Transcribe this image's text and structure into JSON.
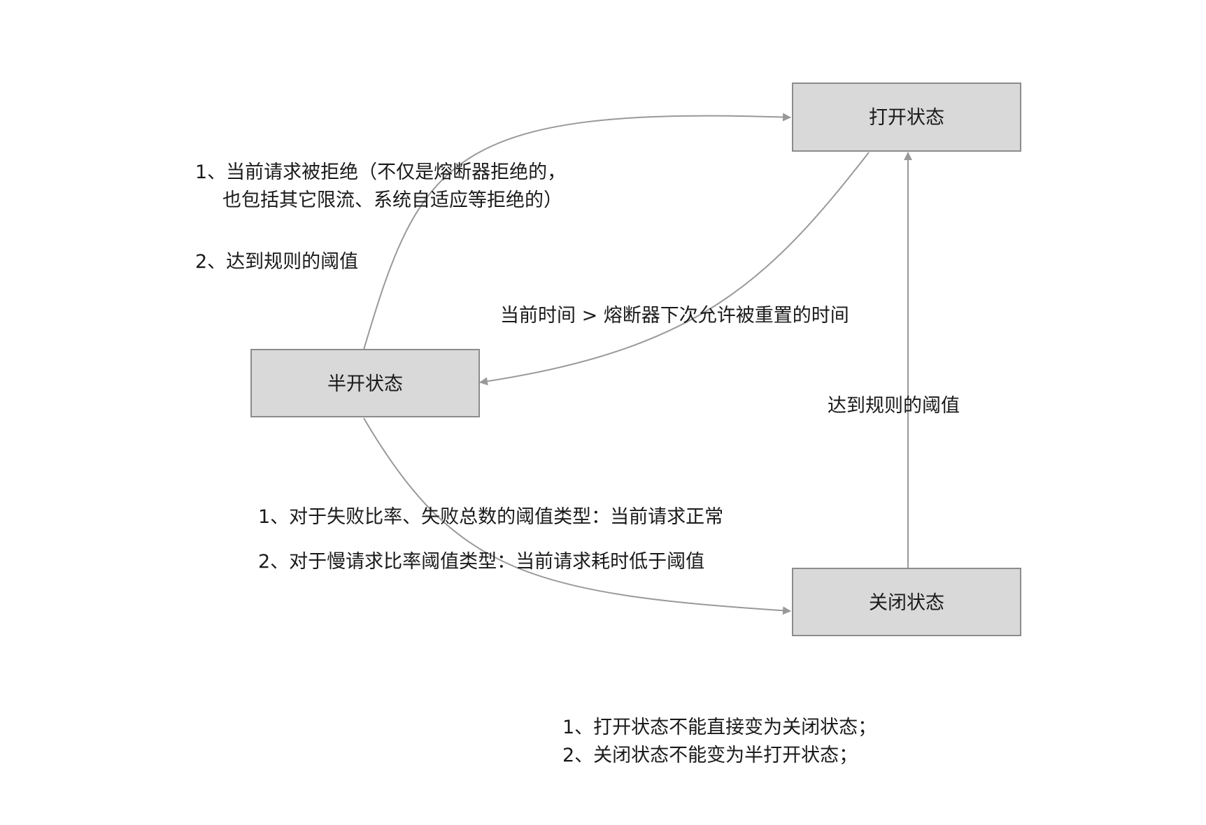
{
  "nodes": {
    "open": {
      "label": "打开状态"
    },
    "half_open": {
      "label": "半开状态"
    },
    "closed": {
      "label": "关闭状态"
    }
  },
  "edges": {
    "half_to_open": {
      "line1": "1、当前请求被拒绝（不仅是熔断器拒绝的，",
      "line2": "也包括其它限流、系统自适应等拒绝的）",
      "line3": "2、达到规则的阈值"
    },
    "open_to_half": {
      "label": "当前时间 > 熔断器下次允许被重置的时间"
    },
    "closed_to_open": {
      "label": "达到规则的阈值"
    },
    "half_to_closed": {
      "line1": "1、对于失败比率、失败总数的阈值类型：当前请求正常",
      "line2": "2、对于慢请求比率阈值类型：当前请求耗时低于阈值"
    }
  },
  "notes": {
    "line1": "1、打开状态不能直接变为关闭状态；",
    "line2": "2、关闭状态不能变为半打开状态；"
  },
  "colors": {
    "node_fill": "#d9d9d9",
    "node_stroke": "#8c8c8c",
    "edge": "#999999",
    "text": "#1a1a1a"
  }
}
